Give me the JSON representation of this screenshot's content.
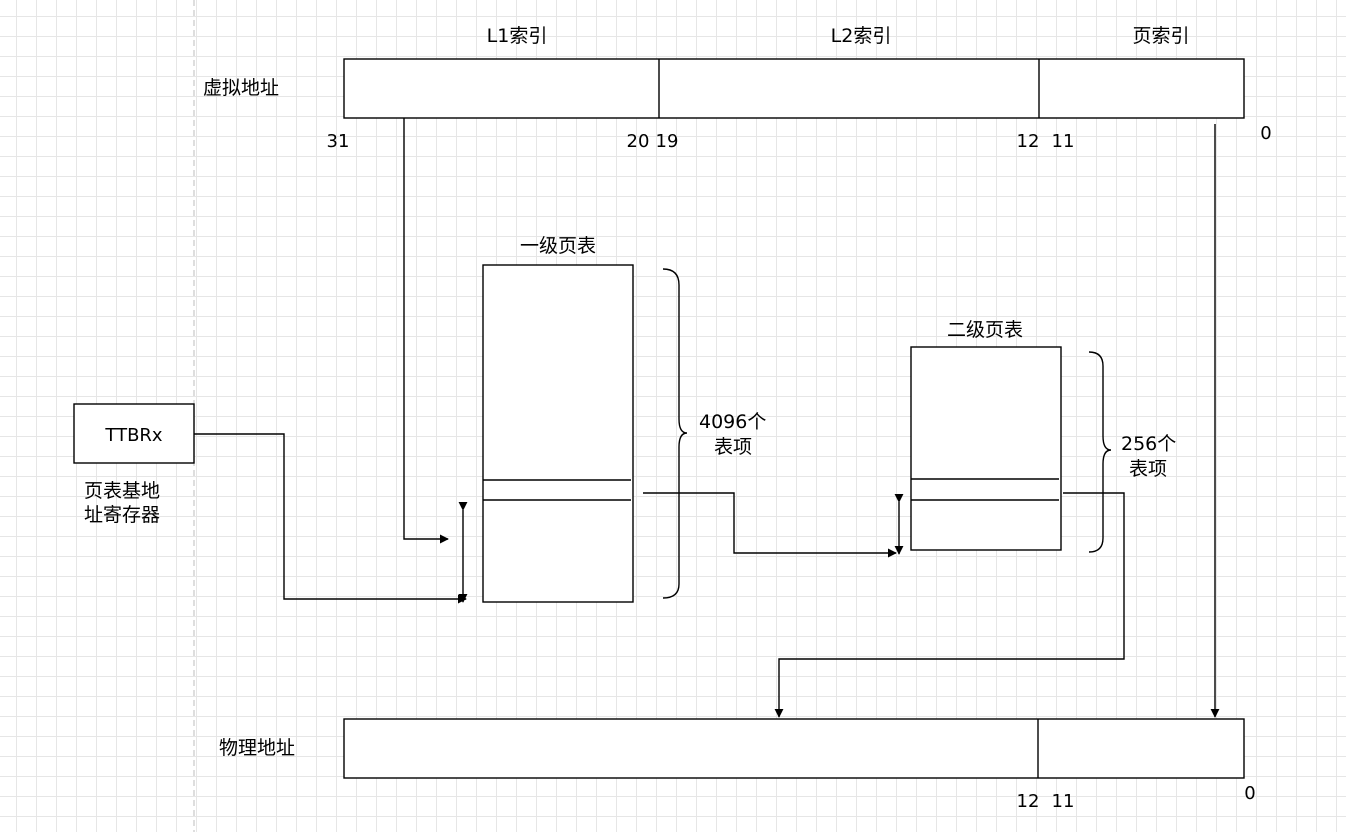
{
  "virtual_address": {
    "label": "虚拟地址",
    "fields": [
      "L1索引",
      "L2索引",
      "页索引"
    ],
    "bits": [
      "31",
      "20",
      "19",
      "12",
      "11",
      "0"
    ]
  },
  "register": {
    "name": "TTBRx",
    "caption_line1": "页表基地",
    "caption_line2": "址寄存器"
  },
  "l1_table": {
    "title": "一级页表",
    "count_line1": "4096个",
    "count_line2": "表项"
  },
  "l2_table": {
    "title": "二级页表",
    "count_line1": "256个",
    "count_line2": "表项"
  },
  "physical_address": {
    "label": "物理地址",
    "bits": [
      "12",
      "11",
      "0"
    ]
  }
}
